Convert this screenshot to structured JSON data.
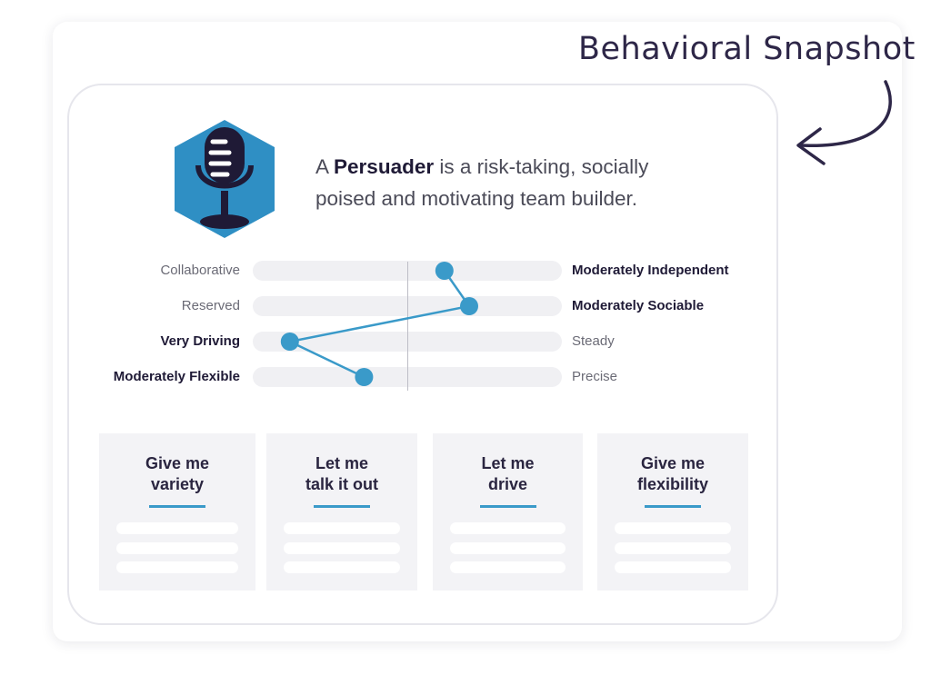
{
  "annotation": {
    "text": "Behavioral Snapshot"
  },
  "profile": {
    "icon": "microphone-icon",
    "headline_prefix": "A ",
    "type_name": "Persuader",
    "headline_line1_rest": " is a risk-taking, socially",
    "headline_line2": "poised and motivating team builder."
  },
  "scales": [
    {
      "left": "Collaborative",
      "right": "Moderately Independent",
      "bold_side": "right",
      "value": 0.62
    },
    {
      "left": "Reserved",
      "right": "Moderately Sociable",
      "bold_side": "right",
      "value": 0.7
    },
    {
      "left": "Very Driving",
      "right": "Steady",
      "bold_side": "left",
      "value": 0.12
    },
    {
      "left": "Moderately Flexible",
      "right": "Precise",
      "bold_side": "left",
      "value": 0.36
    }
  ],
  "cards": [
    {
      "line1": "Give me",
      "line2": "variety"
    },
    {
      "line1": "Let me",
      "line2": "talk it out"
    },
    {
      "line1": "Let me",
      "line2": "drive"
    },
    {
      "line1": "Give me",
      "line2": "flexibility"
    }
  ],
  "colors": {
    "accent": "#3a9ac9",
    "badge_blue": "#2f8fc4",
    "dark": "#1f1a36",
    "track": "#f0f0f3"
  }
}
